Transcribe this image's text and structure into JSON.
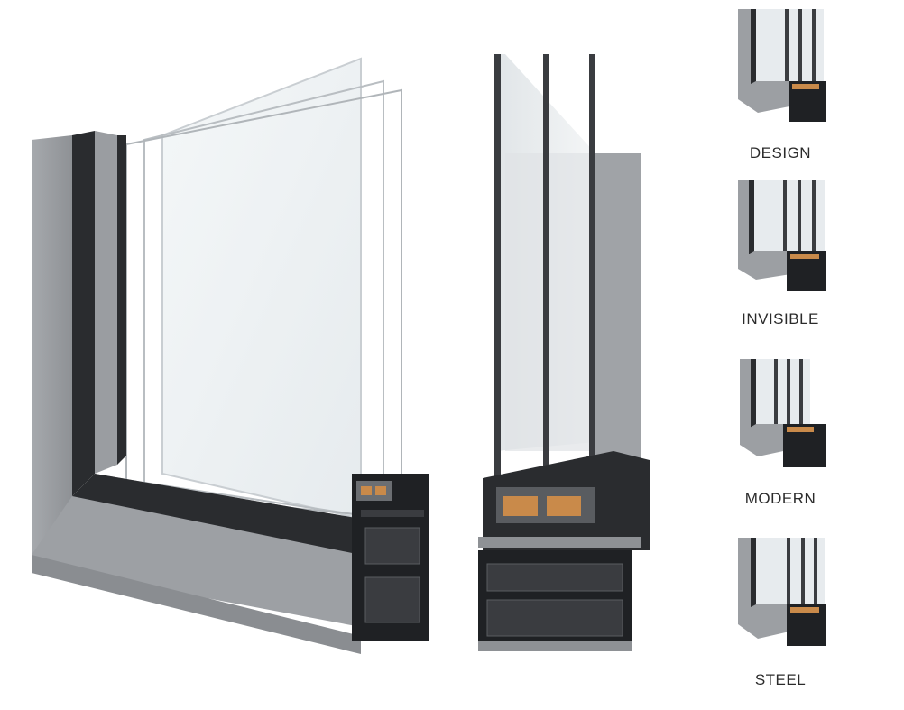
{
  "profiles": [
    {
      "label": "DESIGN"
    },
    {
      "label": "INVISIBLE"
    },
    {
      "label": "MODERN"
    },
    {
      "label": "STEEL"
    }
  ],
  "colors": {
    "frame_gray": "#9c9fa3",
    "frame_dark": "#2a2c2f",
    "glass": "#eef2f4",
    "insulation": "#c98a4a"
  }
}
